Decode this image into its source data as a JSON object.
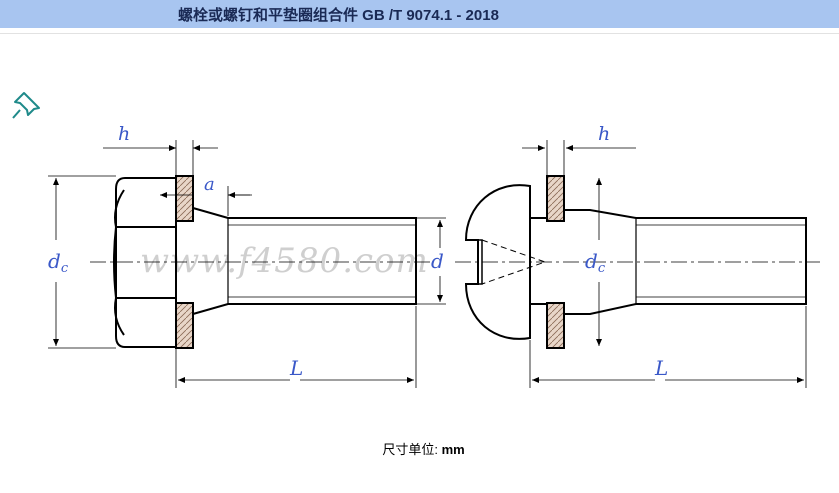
{
  "header": {
    "title": "螺栓或螺钉和平垫圈组合件 GB /T 9074.1 - 2018"
  },
  "labels": {
    "h_left": "h",
    "a_left": "a",
    "dc_main": "d",
    "dc_sub": "c",
    "d_left": "d",
    "L_left": "L",
    "h_right": "h",
    "dc_right_main": "d",
    "dc_right_sub": "c",
    "L_right": "L"
  },
  "watermark": "www.f4580.com",
  "footer": {
    "unit_label": "尺寸单位:",
    "unit_value": "mm"
  },
  "colors": {
    "header_bg": "#a8c5f0",
    "dimension_text": "#3a58c8",
    "pin_icon": "#1f8a8a"
  }
}
